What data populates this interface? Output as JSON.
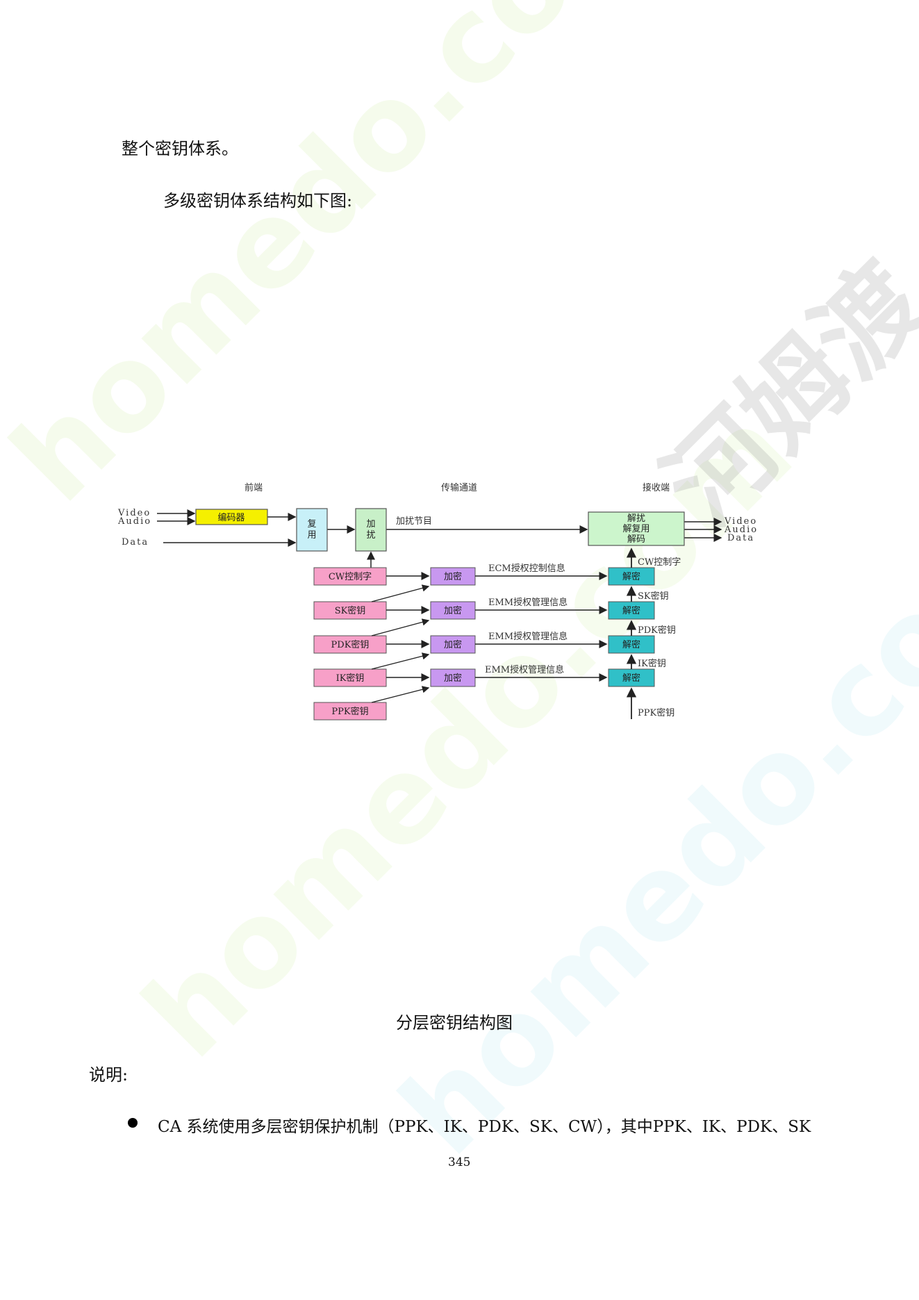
{
  "document": {
    "line1": "整个密钥体系。",
    "line2": "多级密钥体系结构如下图:",
    "caption": "分层密钥结构图",
    "note_label": "说明:",
    "bullet_text": "CA 系统使用多层密钥保护机制（PPK、IK、PDK、SK、CW），其中PPK、IK、PDK、SK",
    "page_number": "345"
  },
  "watermark": {
    "text_latin": "homedo.com",
    "text_cn": "河姆渡"
  },
  "diagram": {
    "section_front": "前端",
    "section_channel": "传输通道",
    "section_receiver": "接收端",
    "inputs": [
      "Video",
      "Audio",
      "Data"
    ],
    "encoder": "编码器",
    "mux": [
      "复",
      "用"
    ],
    "scramble": [
      "加",
      "扰"
    ],
    "scrambled_program": "加扰节目",
    "receiver_box": [
      "解扰",
      "解复用",
      "解码"
    ],
    "outputs": [
      "Video",
      "Audio",
      "Data"
    ],
    "keys": [
      "CW控制字",
      "SK密钥",
      "PDK密钥",
      "IK密钥",
      "PPK密钥"
    ],
    "encrypt": "加密",
    "decrypt": "解密",
    "messages": [
      "ECM授权控制信息",
      "EMM授权管理信息",
      "EMM授权管理信息",
      "EMM授权管理信息"
    ],
    "chain_labels": [
      "CW控制字",
      "SK密钥",
      "PDK密钥",
      "IK密钥",
      "PPK密钥"
    ],
    "colors": {
      "encoder": "#f5f000",
      "mux": "#c8f0f8",
      "scramble": "#c8f0c8",
      "key": "#f7a0c8",
      "encrypt": "#c898f0",
      "decrypt": "#30c0c8",
      "receiver": "#ccf5cc"
    }
  }
}
